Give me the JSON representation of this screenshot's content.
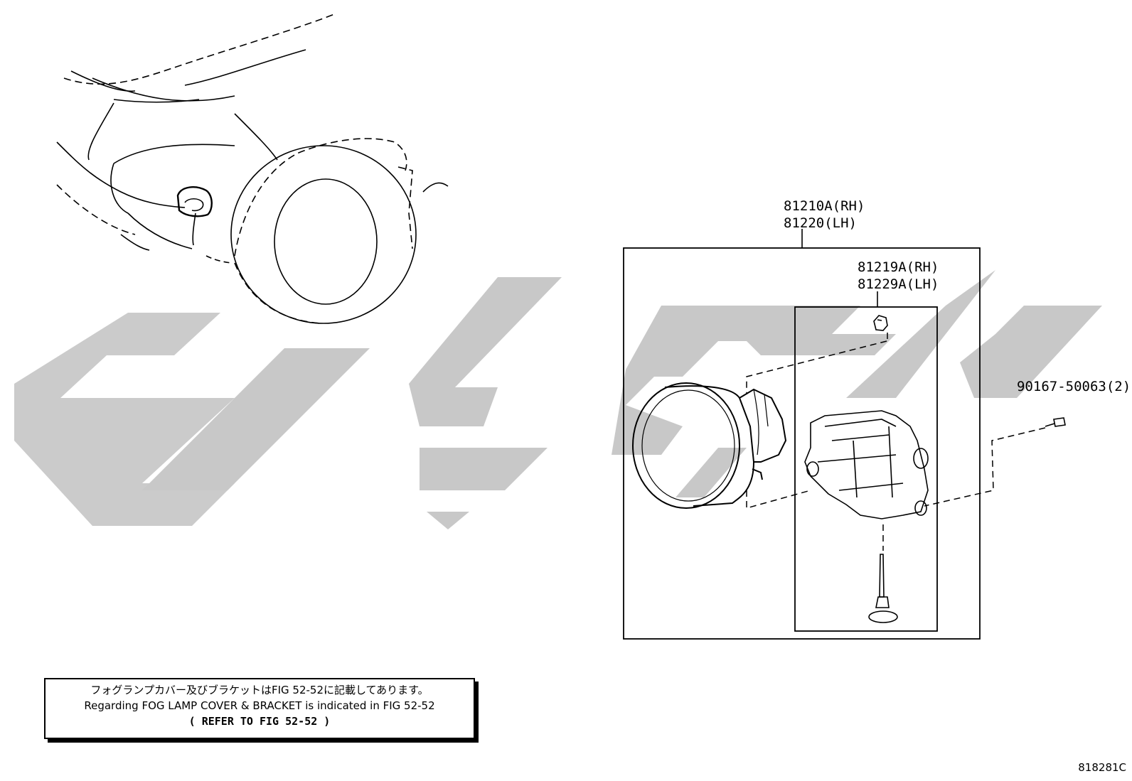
{
  "watermark": {
    "color": "#c8c8c8"
  },
  "callouts": {
    "lamp_rh": "81210A(RH)",
    "lamp_lh": "81220(LH)",
    "bulb_rh": "81219A(RH)",
    "bulb_lh": "81229A(LH)",
    "screw": "90167-50063(2)"
  },
  "note": {
    "line_jp": "フォグランプカバー及びブラケットはFIG 52-52に記載してあります。",
    "line_en": "Regarding FOG LAMP COVER & BRACKET is indicated in FIG 52-52",
    "line_ref": "(  REFER TO FIG 52-52  )"
  },
  "figure_code": "818281C"
}
